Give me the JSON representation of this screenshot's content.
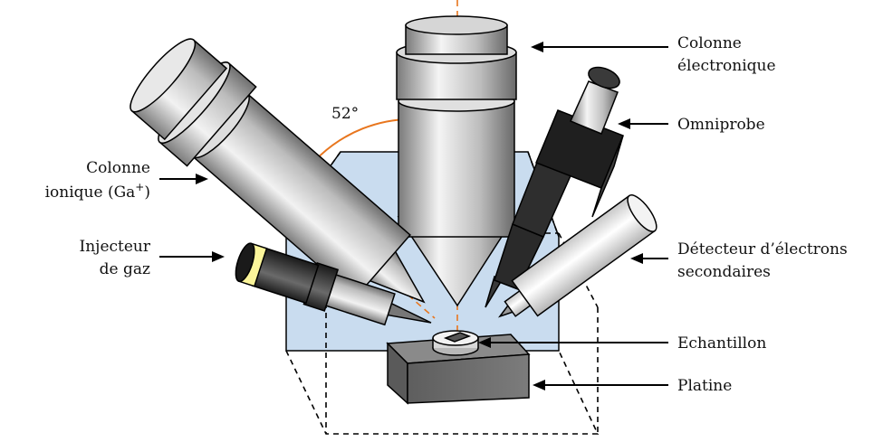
{
  "labels": {
    "electron_column_1": "Colonne",
    "electron_column_2": "électronique",
    "omniprobe": "Omniprobe",
    "ion_column_1": "Colonne",
    "ion_column_2": "ionique (Ga",
    "ion_column_sup": "+",
    "ion_column_close": ")",
    "gas_injector_1": "Injecteur",
    "gas_injector_2": "de gaz",
    "detector_1": "Détecteur d’électrons",
    "detector_2": "secondaires",
    "sample": "Echantillon",
    "stage": "Platine",
    "angle": "52°"
  },
  "colors": {
    "chamber": "#c9dcef",
    "axis_lines": "#e8761e",
    "stage": "#6f6f6f",
    "gas_nozzle_tip": "#fbf59a",
    "omniprobe_body": "#2a2a2a"
  }
}
